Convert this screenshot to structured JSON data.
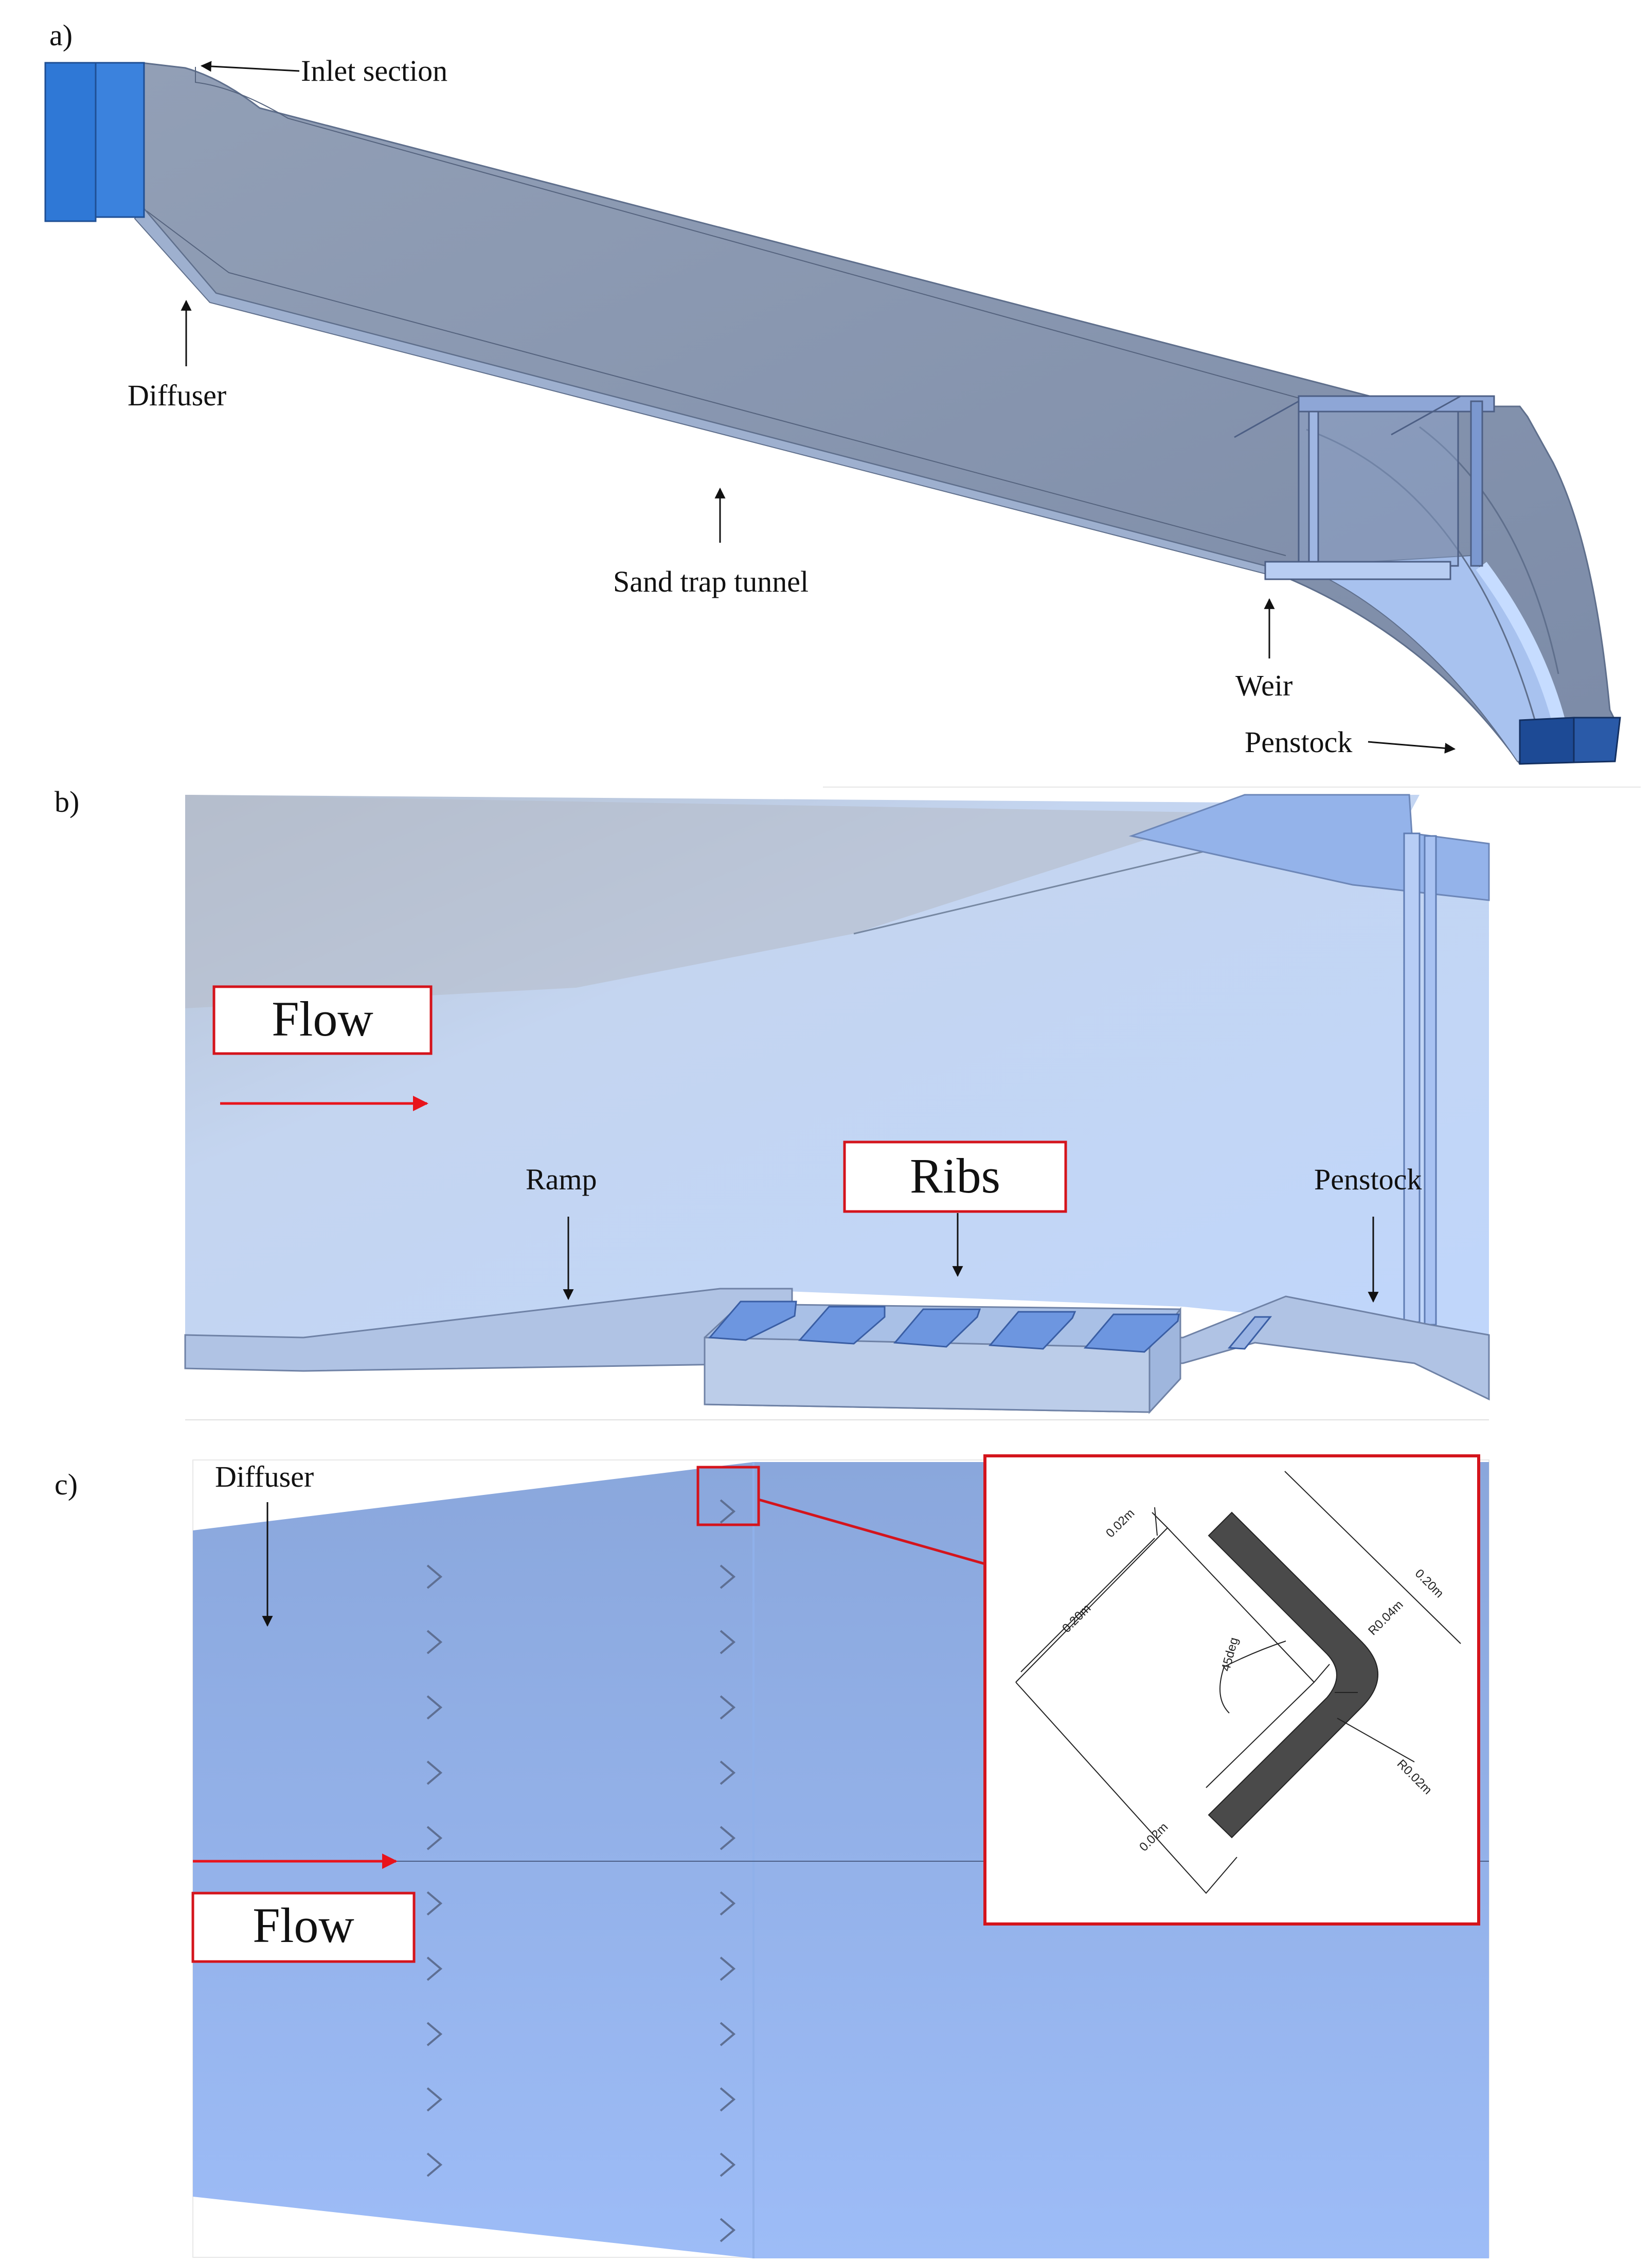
{
  "panels": {
    "a": {
      "letter": "a)",
      "labels": {
        "inlet": "Inlet section",
        "diffuser": "Diffuser",
        "tunnel": "Sand trap tunnel",
        "weir": "Weir",
        "penstock": "Penstock"
      }
    },
    "b": {
      "letter": "b)",
      "labels": {
        "flow": "Flow",
        "ramp": "Ramp",
        "ribs": "Ribs",
        "penstock": "Penstock"
      }
    },
    "c": {
      "letter": "c)",
      "labels": {
        "diffuser": "Diffuser",
        "flow": "Flow"
      },
      "chevron_symbol": "›",
      "detail": {
        "dim_leg_left": "0.20m",
        "dim_leg_right": "0.20m",
        "dim_thick_top": "0.02m",
        "dim_thick_bottom": "0.02m",
        "dim_angle": "45deg",
        "dim_radius_outer": "R0.04m",
        "dim_radius_inner": "R0.02m"
      }
    }
  },
  "colors": {
    "flow_arrow": "#e8141c",
    "label_box": "#d4141c",
    "tunnel": "#7f8ea6",
    "water": "#bcd3f8",
    "channel": "#8fb0ea",
    "inlet_face": "#2f78d6",
    "penstock_face": "#1d4a95"
  }
}
